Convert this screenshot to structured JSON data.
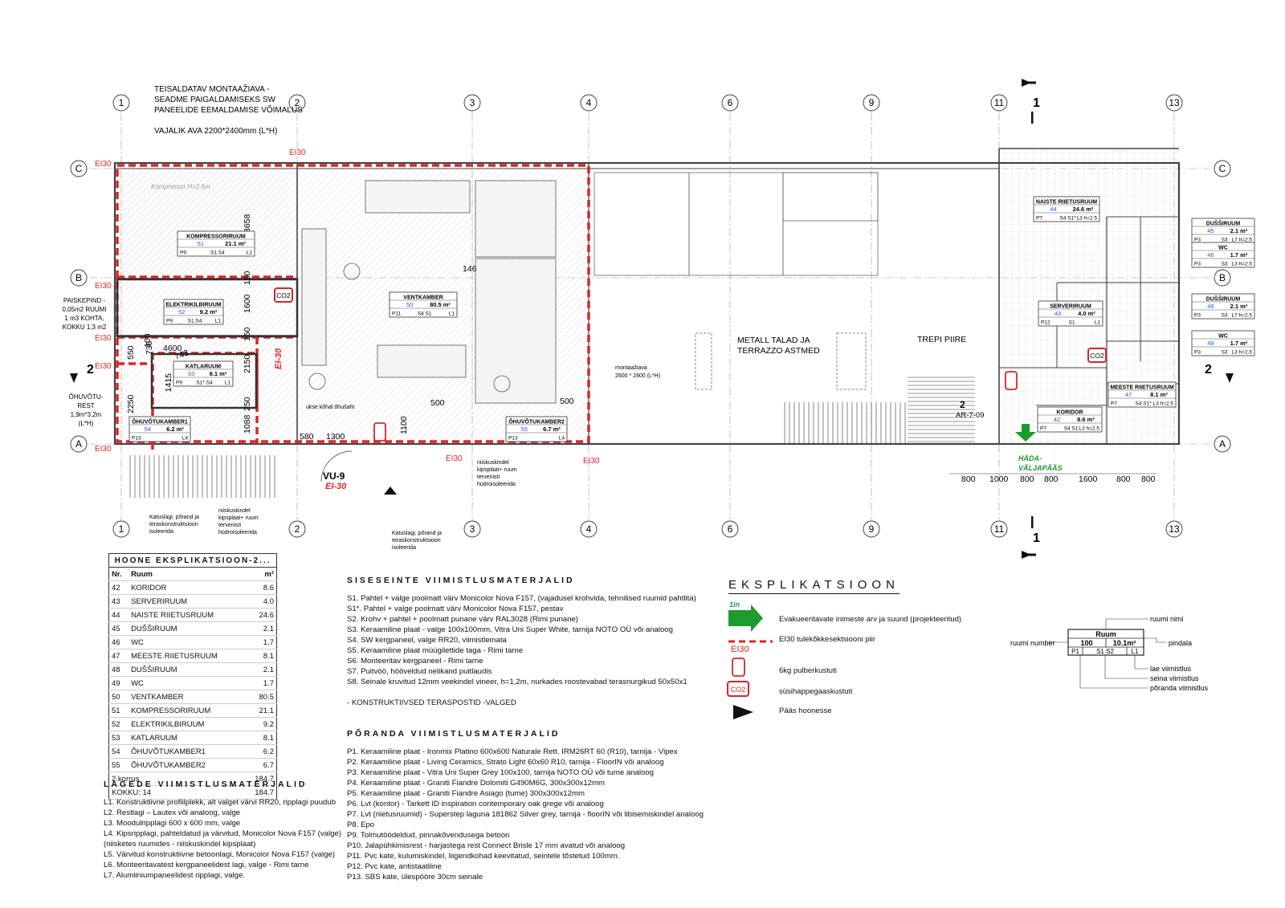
{
  "grid": {
    "columns": [
      "1",
      "2",
      "3",
      "4",
      "6",
      "9",
      "11",
      "13"
    ],
    "rows": [
      "A",
      "B",
      "C"
    ],
    "sections": [
      "1",
      "2"
    ]
  },
  "annotations": {
    "montage_1": "TEISALDATAV MONTAAŽIAVA -",
    "montage_2": "SEADME PAIGALDAMISEKS SW",
    "montage_3": "PANEELIDE EEMALDAMISE VÕIMALUS",
    "montage_4": "VAJALIK AVA  2200*2400mm (L*H)",
    "paisk_1": "PAISKEPIND -",
    "paisk_2": "0,05m2 RUUMI",
    "paisk_3": "1 m3 KOHTA,",
    "paisk_4": "KOKKU 1,3 m2",
    "ohuvotu_1": "ÕHUVÕTU-",
    "ohuvotu_2": "REST",
    "ohuvotu_3": "1,9m*3,2m",
    "ohuvotu_4": "(L*H)",
    "metall_1": "METALL TALAD JA",
    "metall_2": "TERRAZZO ASTMED",
    "trepi": "TREPI PIIRE",
    "montaaziava_1": "montaažiava",
    "montaaziava_2": "2600 * 2800 (L*H)",
    "hada_1": "HÄDA-",
    "hada_2": "VÄLJAPÄÄS",
    "katuslagi_1": "Katuslagi, põrand ja",
    "katuslagi_2": "teraskonstruktsioon",
    "katuslagi_3": "isoleerida",
    "niisk_1": "niiskuskindel",
    "niisk_2": "kipsplaat+ ruum",
    "niisk_3": "tervenisti",
    "niisk_4": "hüdroisoleerida",
    "vu9": "VU-9",
    "ei30": "EI-30",
    "ei30b": "EI30",
    "ar709": "AR-7-09",
    "compressor": "Kompressor H=2.5m",
    "ukse": "ukse kõhal õhušaht"
  },
  "rooms": [
    {
      "name": "KOMPRESSORIRUUM",
      "no": "51",
      "area": "21.1 m²",
      "p": "P9",
      "s": "S1.S4",
      "l": "L1"
    },
    {
      "name": "ELEKTRIKILBIRUUM",
      "no": "52",
      "area": "9.2 m²",
      "p": "P9",
      "s": "S1.S4",
      "l": "L1"
    },
    {
      "name": "KATLARUUM",
      "no": "53",
      "area": "8.1 m²",
      "p": "P9",
      "s": "S1* S4",
      "l": "L1"
    },
    {
      "name": "ÕHUVÕTUKAMBER1",
      "no": "54",
      "area": "6.2 m²",
      "p": "P13",
      "s": "",
      "l": "L4"
    },
    {
      "name": "VENTKAMBER",
      "no": "50",
      "area": "80.5 m²",
      "p": "P11",
      "s": "S4 S1",
      "l": "L1"
    },
    {
      "name": "ÕHUVÕTUKAMBER2",
      "no": "55",
      "area": "6.7 m²",
      "p": "P13",
      "s": "",
      "l": "L4"
    },
    {
      "name": "NAISTE RIIETUSRUUM",
      "no": "44",
      "area": "24.6 m²",
      "p": "P7",
      "s": "S4 S1*",
      "l": "L3 h=2.5"
    },
    {
      "name": "SERVERIRUUM",
      "no": "43",
      "area": "4.0 m²",
      "p": "P12",
      "s": "S1",
      "l": "L1"
    },
    {
      "name": "KORIDOR",
      "no": "42",
      "area": "8.6 m²",
      "p": "P7",
      "s": "S4 S1",
      "l": "L3 h=2.5"
    },
    {
      "name": "MEESTE RIIETUSRUUM",
      "no": "47",
      "area": "8.1 m²",
      "p": "P7",
      "s": "S4 S1*",
      "l": "L3 h=2.5"
    },
    {
      "name": "DUŠŠIRUUM",
      "no": "45",
      "area": "2.1 m²",
      "p": "P3",
      "s": "S3",
      "l": "L7 h=2.5"
    },
    {
      "name": "WC",
      "no": "46",
      "area": "1.7 m²",
      "p": "P3",
      "s": "S3",
      "l": "L3 h=2.5"
    },
    {
      "name": "DUŠŠIRUUM",
      "no": "48",
      "area": "2.1 m²",
      "p": "P3",
      "s": "S3",
      "l": "L7 h=2.5"
    },
    {
      "name": "WC",
      "no": "49",
      "area": "1.7 m²",
      "p": "P3",
      "s": "S3",
      "l": "L3 h=2.5"
    }
  ],
  "explication_table": {
    "title": "HOONE EKSPLIKATSIOON-2...",
    "col_nr": "Nr.",
    "col_room": "Ruum",
    "col_area": "m²",
    "rows": [
      {
        "nr": "42",
        "room": "KORIDOR",
        "area": "8.6"
      },
      {
        "nr": "43",
        "room": "SERVERIRUUM",
        "area": "4.0"
      },
      {
        "nr": "44",
        "room": "NAISTE RIIETUSRUUM",
        "area": "24.6"
      },
      {
        "nr": "45",
        "room": "DUŠŠIRUUM",
        "area": "2.1"
      },
      {
        "nr": "46",
        "room": "WC",
        "area": "1.7"
      },
      {
        "nr": "47",
        "room": "MEESTE RIIETUSRUUM",
        "area": "8.1"
      },
      {
        "nr": "48",
        "room": "DUŠŠIRUUM",
        "area": "2.1"
      },
      {
        "nr": "49",
        "room": "WC",
        "area": "1.7"
      },
      {
        "nr": "50",
        "room": "VENTKAMBER",
        "area": "80.5"
      },
      {
        "nr": "51",
        "room": "KOMPRESSORIRUUM",
        "area": "21.1"
      },
      {
        "nr": "52",
        "room": "ELEKTRIKILBIRUUM",
        "area": "9.2"
      },
      {
        "nr": "53",
        "room": "KATLARUUM",
        "area": "8.1"
      },
      {
        "nr": "54",
        "room": "ÕHUVÕTUKAMBER1",
        "area": "6.2"
      },
      {
        "nr": "55",
        "room": "ÕHUVÕTUKAMBER2",
        "area": "6.7"
      }
    ],
    "floor_label": "2.korrus",
    "floor_total": "184.7",
    "total_label": "KOKKU: 14",
    "total_value": "184.7"
  },
  "wall_materials": {
    "title": "SISESEINTE  VIIMISTLUSMATERJALID",
    "items": [
      "S1.   Pahtel + valge poolmatt värv Monicolor Nova F157, (vajadusel krohvida, tehnilised ruumid pahtlita)",
      "S1*.  Pahtel + valge poolmatt värv Monicolor Nova F157, pestav",
      "S2.   Krohv + pahtel + poolmatt punane värv RAL3028 (Rimi punane)",
      "S3.   Keraamiline plaat - valge 100x100mm, Vitra Uni Super White, tarnija NOTO OÜ või analoog",
      "S4.   SW kergpaneel, valge RR20, viimistlemata",
      "S5.   Keraamiline plaat müügilettide taga - Rimi tarne",
      "S6.   Monteeritav kergpaneel - Rimi tarne",
      "S7.   Puitvöö, hööveldud nelikand puitlaudis",
      "S8.   Seinale kruvitud 12mm veekindel vineer, h=1,2m, nurkades roostevabad terasnurgikud 50x50x1"
    ],
    "note": "- KONSTRUKTIIVSED TERASPOSTID -VALGED"
  },
  "floor_materials": {
    "title": "PÕRANDA  VIIMISTLUSMATERJALID",
    "items": [
      "P1.   Keraamiline plaat - Ironmix Platino 600x600 Naturale Rett. IRM26RT 60 (R10), tarnija - Vipex",
      "P2.   Keraamiline plaat - Living Ceramics, Strato Light 60x60 R10, tarnija - FloorIN  või analoog",
      "P3.   Keraamiline plaat - Vitra Uni Super Grey 100x100, tarnija NOTO OÜ või tume analoog",
      "P4.   Keraamiline plaat - Graniti Fiandre Dolomiti G490M6G, 300x300x12mm",
      "P5.   Keraamiline plaat - Graniti Fiandre Asiago (tume) 300x300x12mm",
      "P6.   Lvt (kontor) - Tarkett ID inspiration contemporary oak grege või analoog",
      "P7.   Lvt (riietusruumid) - Superstep laguna 181862 Silver grey, tarnija - floorIN või libisemiskindel analoog",
      "P8.   Epo",
      "P9.   Tolmutöödeldud, pinnakõvendusega betoon",
      "P10.  Jalapühkimisrest - harjastega rest Connect Brisle 17 mm avatud või analoog",
      "P11.  Pvc kate, kulumiskindel, liigendkohad keevitatud, seintele tõstetud 100mm.",
      "P12.  Pvc kate, antistaatiline",
      "P13.  SBS kate, ülespööre 30cm seinale"
    ]
  },
  "ceiling_materials": {
    "title": "LAGEDE   VIIMISTLUSMATERJALID",
    "items": [
      "L1.   Konstruktiivne profiilplekk, alt valget värvi RR20, ripplagi puudub",
      "L2.   Restlagi – Lautex või analoog, valge",
      "L3.   Moodulripplagi 600 x 600 mm, valge",
      "L4.   Kipsripplagi, pahteldatud ja värvitud, Monicolor Nova F157 (valge)",
      "          (niisketes ruumides - niiskuskindel kipsplaat)",
      "L5.   Värvitud konstruktiivne betoonlagi, Monicolor Nova F157 (valge)",
      "L6.   Monteeritavatest kergpaneelidest lagi, valge - Rimi tarne",
      "L7.   Alumiiniumpaneelidest ripplagi, valge."
    ]
  },
  "legend": {
    "title": "EKSPLIKATSIOON",
    "evac_badge": "1in",
    "evac": "Evakueeritavate inimeste arv ja suund (projekteeritud)",
    "ei30_line": "EI30 tulekõkkesektsiooni piir",
    "ei30_tag": "EI30",
    "extinguisher": "6kg pulberkustuti",
    "co2": "CO2",
    "co2_label": "süsihappegaaskustuti",
    "entrance": "Pääs hoonesse"
  },
  "room_tag_key": {
    "room_name": "ruumi nimi",
    "room_number": "ruumi number",
    "area_label": "pindala",
    "ceiling": "lae viimistlus",
    "wall": "seina viimistlus",
    "floor": "põranda viimistlus",
    "sample_name": "Ruum",
    "sample_no": "100",
    "sample_area": "10.1m²",
    "sample_p": "P1",
    "sample_s": "S1 S2",
    "sample_l": "L1"
  },
  "colors": {
    "ei30": "#d9262a",
    "evac": "#1f9a2e",
    "wall": "#444444",
    "number": "#1a5fd0"
  }
}
